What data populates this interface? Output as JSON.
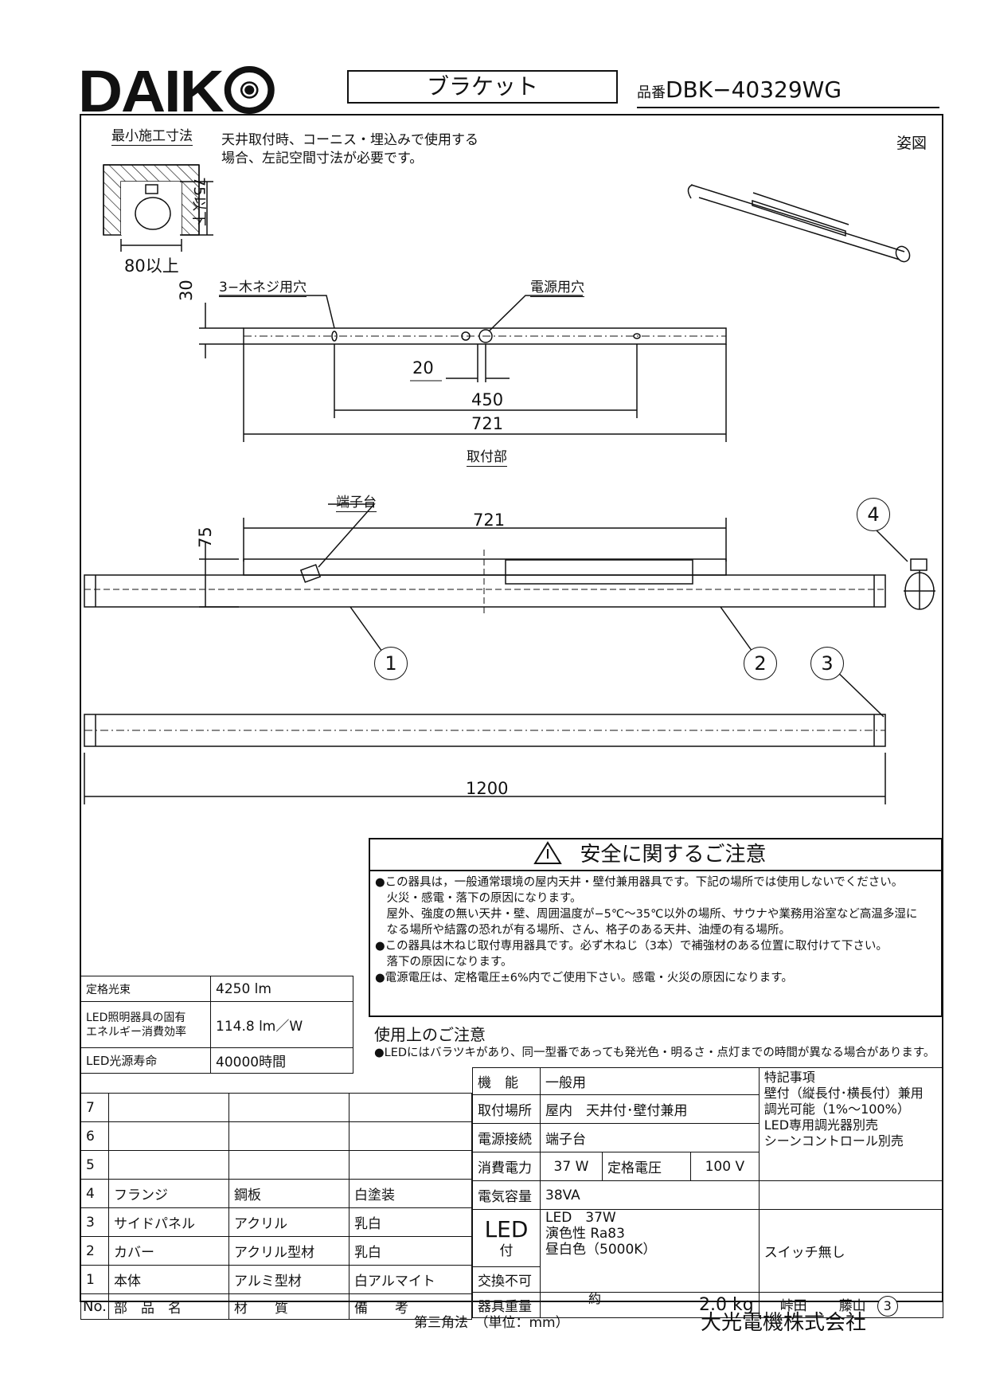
{
  "header": {
    "logo": "DAIK",
    "product_type": "ブラケット",
    "part_no_label": "品番",
    "part_no": "DBK−40329WG"
  },
  "install": {
    "title": "最小施工寸法",
    "note_line1": "天井取付時、コーニス・埋込みで使用する",
    "note_line2": "場合、左記空間寸法が必要です。",
    "height_label": "75以下",
    "width_label": "80以上"
  },
  "view_label": "姿図",
  "mount": {
    "dim_30": "30",
    "screw_label": "3−木ネジ用穴",
    "power_label": "電源用穴",
    "dim_20": "20",
    "dim_450": "450",
    "dim_721": "721",
    "section_label": "取付部"
  },
  "front": {
    "terminal_label": "端子台",
    "dim_721": "721",
    "dim_75": "75",
    "callouts": [
      "1",
      "2",
      "3",
      "4"
    ]
  },
  "bottom": {
    "dim_1200": "1200"
  },
  "safety": {
    "title": "安全に関するご注意",
    "lines": [
      "●この器具は，一般通常環境の屋内天井・壁付兼用器具です。下記の場所では使用しないでください。",
      "　火災・感電・落下の原因になります。",
      "　屋外、強度の無い天井・壁、周囲温度が−5℃〜35℃以外の場所、サウナや業務用浴室など高温多湿に",
      "　なる場所や結露の恐れが有る場所、さん、格子のある天井、油煙の有る場所。",
      "●この器具は木ねじ取付専用器具です。必ず木ねじ（3本）で補強材のある位置に取付けて下さい。",
      "　落下の原因になります。",
      "●電源電圧は、定格電圧±6%内でご使用下さい。感電・火災の原因になります。"
    ]
  },
  "usage": {
    "title": "使用上のご注意",
    "line": "●LEDにはバラツキがあり、同一型番であっても発光色・明るさ・点灯までの時間が異なる場合があります。"
  },
  "rated": [
    {
      "label": "定格光束",
      "value": "4250 lm"
    },
    {
      "label1": "LED照明器具の固有",
      "label2": "エネルギー消費効率",
      "value": "114.8 lm／W"
    },
    {
      "label": "LED光源寿命",
      "value": "40000時間"
    }
  ],
  "parts": {
    "empty_rows": [
      "7",
      "6",
      "5"
    ],
    "rows": [
      {
        "no": "4",
        "name": "フランジ",
        "material": "鋼板",
        "note": "白塗装"
      },
      {
        "no": "3",
        "name": "サイドパネル",
        "material": "アクリル",
        "note": "乳白"
      },
      {
        "no": "2",
        "name": "カバー",
        "material": "アクリル型材",
        "note": "乳白"
      },
      {
        "no": "1",
        "name": "本体",
        "material": "アルミ型材",
        "note": "白アルマイト"
      }
    ],
    "footer": {
      "no": "No.",
      "name": "部　品　名",
      "material": "材　　質",
      "note": "備　　考"
    }
  },
  "spec": {
    "function_label": "機　能",
    "function": "一般用",
    "place_label": "取付場所",
    "place": "屋内　天井付･壁付兼用",
    "conn_label": "電源接続",
    "conn": "端子台",
    "power_label": "消費電力",
    "power": "37 W",
    "voltage_label": "定格電圧",
    "voltage": "100 V",
    "capacity_label": "電気容量",
    "capacity": "38VA",
    "led_label": "LED",
    "led_sub": "付",
    "led_line1": "LED　37W",
    "led_line2": "演色性 Ra83",
    "led_line3": "昼白色（5000K）",
    "replace_label": "交換不可",
    "weight_label": "器具重量",
    "weight_approx": "約",
    "weight": "2.0 kg",
    "notes_title": "特記事項",
    "notes": [
      "壁付（縦長付･横長付）兼用",
      "調光可能（1%〜100%）",
      "LED専用調光器別売",
      "シーンコントロール別売"
    ],
    "switch": "スイッチ無し",
    "sign1": "峠田",
    "sign2": "藤山",
    "rev": "3"
  },
  "footer": {
    "method": "第三角法　（単位：mm）",
    "company": "大光電機株式会社"
  }
}
